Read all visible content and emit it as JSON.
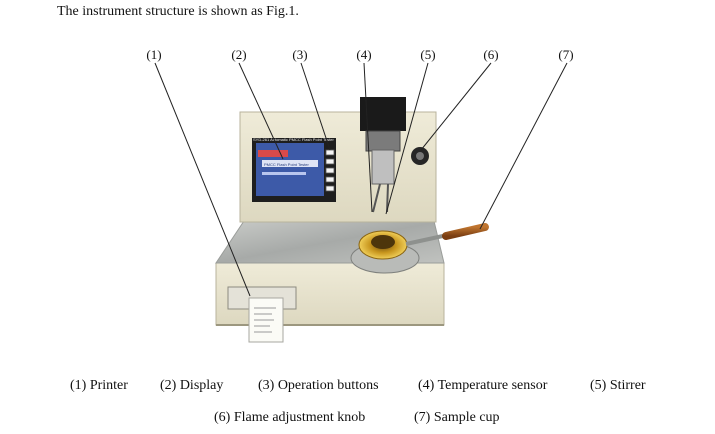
{
  "intro": "The instrument structure is shown as Fig.1.",
  "callouts": [
    "(1)",
    "(2)",
    "(3)",
    "(4)",
    "(5)",
    "(6)",
    "(7)"
  ],
  "screen_lines": [
    "SYD-261 Automatic PMCC Flash Point Tester",
    "PMCC Flash Point Tester"
  ],
  "legend": [
    "(1) Printer",
    "(2) Display",
    "(3) Operation buttons",
    "(4) Temperature sensor",
    "(5) Stirrer",
    "(6) Flame adjustment knob",
    "(7) Sample cup"
  ]
}
